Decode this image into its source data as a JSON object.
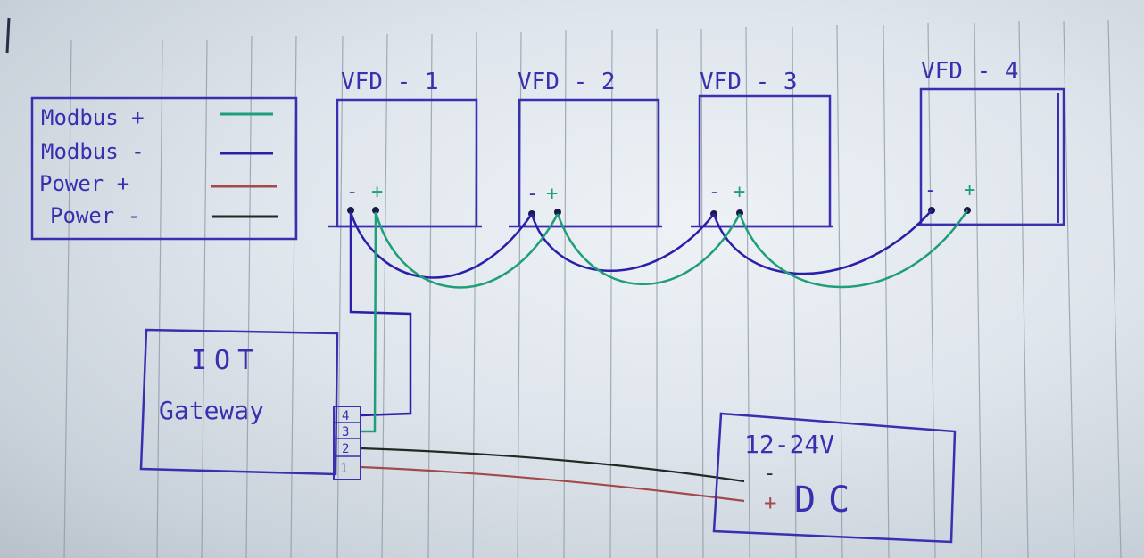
{
  "colors": {
    "ink": "#3a2fb0",
    "modbus_plus": "#1f9e7a",
    "modbus_minus": "#2a1fa8",
    "power_plus": "#a24a4a",
    "power_minus": "#1f2a24",
    "paper_line": "#7f8a96"
  },
  "legend": [
    {
      "label": "Modbus +",
      "color_key": "modbus_plus"
    },
    {
      "label": "Modbus -",
      "color_key": "modbus_minus"
    },
    {
      "label": "Power +",
      "color_key": "power_plus"
    },
    {
      "label": "Power -",
      "color_key": "power_minus"
    }
  ],
  "vfds": [
    {
      "label": "VFD - 1",
      "minus": "-",
      "plus": "+"
    },
    {
      "label": "VFD - 2",
      "minus": "-",
      "plus": "+"
    },
    {
      "label": "VFD - 3",
      "minus": "-",
      "plus": "+"
    },
    {
      "label": "VFD - 4",
      "minus": "-",
      "plus": "+"
    }
  ],
  "gateway": {
    "line1": "IOT",
    "line2": "Gateway",
    "terminals": [
      "4",
      "3",
      "2",
      "1"
    ]
  },
  "power_supply": {
    "voltage": "12-24V",
    "type": "DC",
    "minus": "-",
    "plus": "+"
  }
}
